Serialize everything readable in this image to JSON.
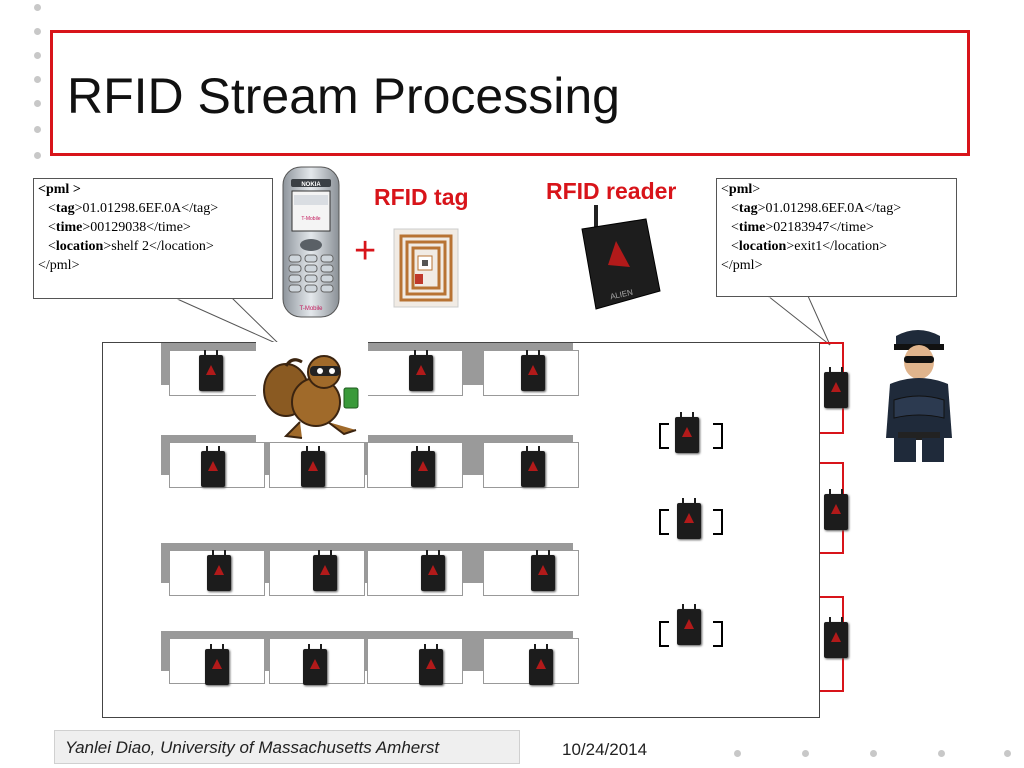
{
  "slide": {
    "title": "RFID Stream Processing",
    "labels": {
      "tag": "RFID tag",
      "reader": "RFID reader",
      "plus": "+"
    },
    "phone": {
      "brand": "NOKIA",
      "screen_text": "T-Mobile",
      "bottom_text": "T-Mobile"
    },
    "reader_brand": "ALIEN",
    "callout_left": {
      "open": "<pml >",
      "tag_open": "<",
      "tag_word": "tag",
      "tag_rest": ">01.01298.6EF.0A</tag>",
      "time_open": "<",
      "time_word": "time",
      "time_rest": ">00129038</time>",
      "loc_open": "<",
      "loc_word": "location",
      "loc_rest": ">shelf 2</location>",
      "close": "</pml>"
    },
    "callout_right": {
      "open_lt": "<",
      "open_word": "pml",
      "open_gt": ">",
      "tag_open": "<",
      "tag_word": "tag",
      "tag_rest": ">01.01298.6EF.0A</tag>",
      "time_open": "<",
      "time_word": "time",
      "time_rest": ">02183947</time>",
      "loc_open": "<",
      "loc_word": "location",
      "loc_rest": ">exit1</location>",
      "close": "</pml>"
    },
    "footer": {
      "author": "Yanlei Diao, University of Massachusetts Amherst",
      "date": "10/24/2014"
    },
    "colors": {
      "accent_red": "#d8141a",
      "shelf_gray": "#9a9a9a",
      "reader_black": "#1c1c1c"
    },
    "icons": [
      "cell-phone-icon",
      "rfid-tag-icon",
      "rfid-reader-icon",
      "thief-icon",
      "security-guard-icon"
    ]
  }
}
